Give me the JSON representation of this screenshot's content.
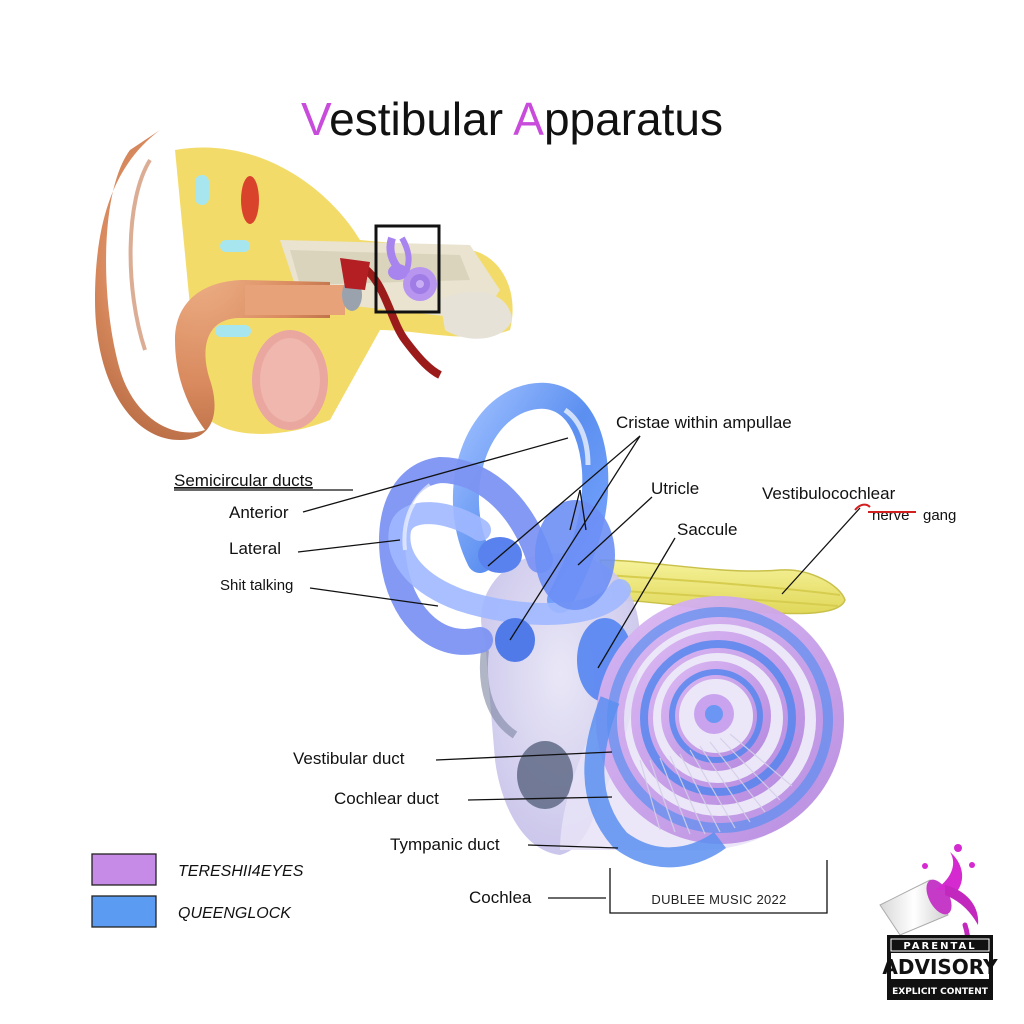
{
  "title": {
    "first_initial": "V",
    "first_rest": "estibular ",
    "second_initial": "A",
    "second_rest": "pparatus",
    "initial_color": "#c84bdc",
    "text_color": "#111111"
  },
  "labels": {
    "semicircular_heading": "Semicircular ducts",
    "anterior": "Anterior",
    "lateral": "Lateral",
    "shit_talking": "Shit talking",
    "cristae": "Cristae within ampullae",
    "utricle": "Utricle",
    "saccule": "Saccule",
    "vestibulocochlear": "Vestibulocochlear",
    "nerve_struck": "nerve",
    "nerve_replacement": "gang",
    "vestibular_duct": "Vestibular duct",
    "cochlear_duct": "Cochlear duct",
    "tympanic_duct": "Tympanic duct",
    "cochlea": "Cochlea"
  },
  "legend": [
    {
      "label": "TERESHII4EYES",
      "color": "#c58be6"
    },
    {
      "label": "QUEENGLOCK",
      "color": "#5b9cf2"
    }
  ],
  "credit": "DUBLEE MUSIC 2022",
  "advisory": {
    "top": "PARENTAL",
    "middle": "ADVISORY",
    "bottom": "EXPLICIT CONTENT"
  },
  "colors": {
    "purple": "#c58be6",
    "blue": "#5b9cf2",
    "nerve_yellow": "#eaea7a",
    "strike_red": "#d22020",
    "splash_magenta": "#d42ad0"
  }
}
